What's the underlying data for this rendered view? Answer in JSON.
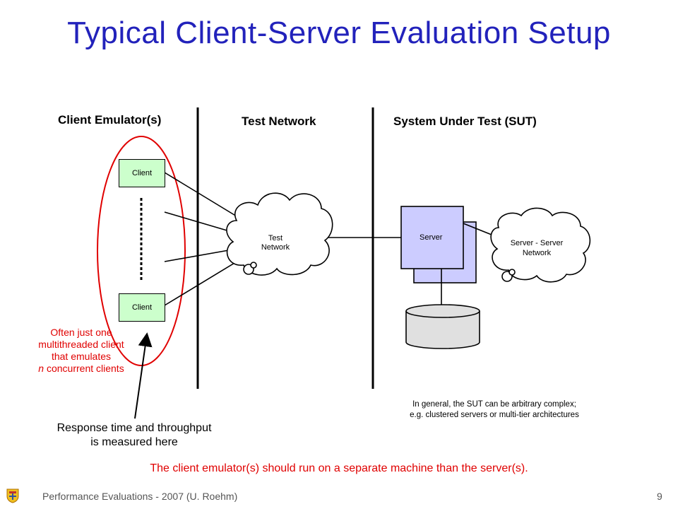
{
  "slide": {
    "title": "Typical Client-Server Evaluation Setup",
    "page_number": "9",
    "footer": "Performance Evaluations - 2007 (U. Roehm)"
  },
  "columns": {
    "client_emulator": "Client Emulator(s)",
    "test_network": "Test Network",
    "sut": "System Under Test (SUT)"
  },
  "nodes": {
    "client_top": "Client",
    "client_bottom": "Client",
    "test_network_cloud": [
      "Test",
      "Network"
    ],
    "server": "Server",
    "server_network_cloud": [
      "Server - Server",
      "Network"
    ]
  },
  "annotations": {
    "client_note": [
      "Often just one",
      "multithreaded client",
      "that emulates",
      "n concurrent clients"
    ],
    "client_note_italic_word": "n",
    "measure_note": [
      "Response time and throughput",
      "is measured here"
    ],
    "sut_note": [
      "In general, the SUT can be arbitrary complex;",
      "e.g. clustered servers or multi-tier architectures"
    ],
    "bottom_note": "The client emulator(s) should run on a separate machine than the server(s)."
  },
  "colors": {
    "title": "#2222bb",
    "client_fill": "#ccffcc",
    "server_fill": "#ccccff",
    "highlight_red": "#e00000",
    "database_fill": "#e0e0e0"
  },
  "icons": [
    "university-crest-icon"
  ]
}
